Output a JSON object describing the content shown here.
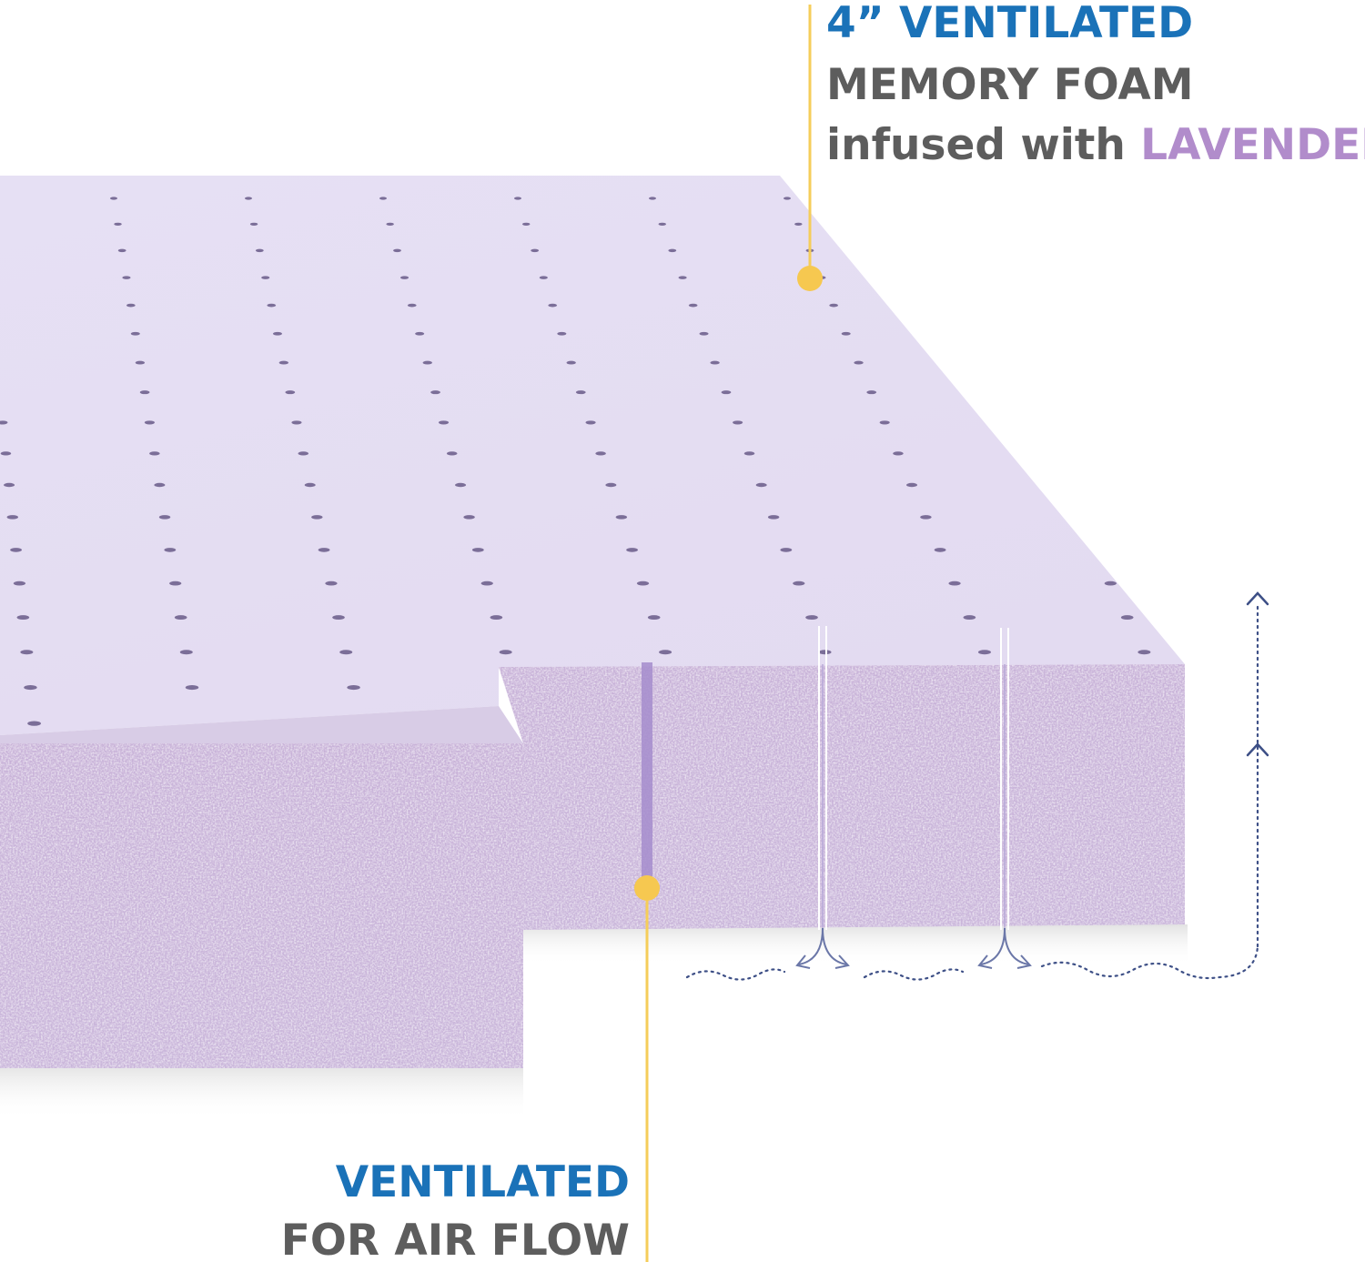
{
  "callout_top": {
    "line1": "4” VENTILATED",
    "line2": "MEMORY FOAM",
    "line3_prefix": "infused with ",
    "line3_highlight": "LAVENDER"
  },
  "callout_bottom": {
    "line1": "VENTILATED",
    "line2": "FOR AIR FLOW"
  },
  "colors": {
    "accent_blue": "#1a72b8",
    "text_gray": "#5d5d5d",
    "lavender": "#b18ccb",
    "foam_top": "#e5def3",
    "foam_side": "#c8b3d9",
    "callout_yellow": "#f5cd5a",
    "airflow_blue": "#3d4f86"
  },
  "icons": [
    "pinhole-dot-icon",
    "airflow-arrow-icon",
    "wave-line-icon",
    "callout-dot-icon"
  ]
}
